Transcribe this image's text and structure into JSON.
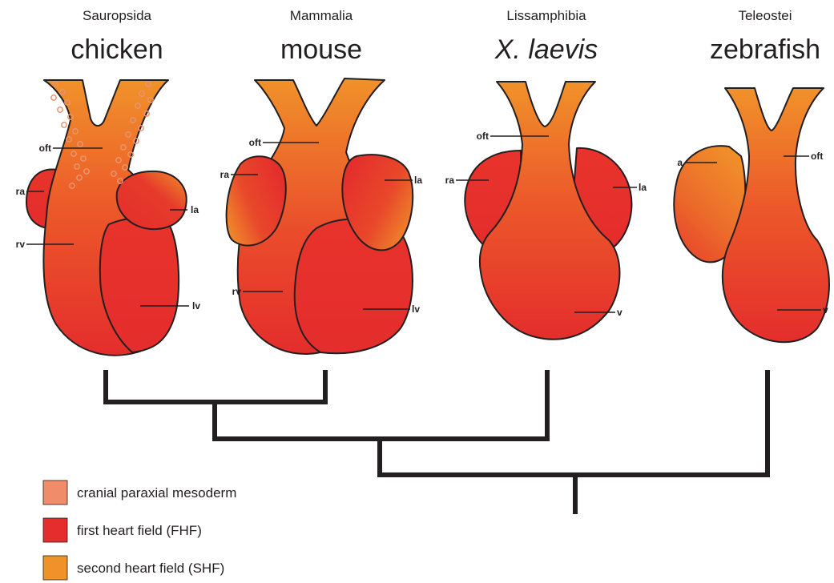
{
  "species": [
    {
      "clade": "Sauropsida",
      "name": "chicken",
      "italic": false
    },
    {
      "clade": "Mammalia",
      "name": "mouse",
      "italic": false
    },
    {
      "clade": "Lissamphibia",
      "name": "X. laevis",
      "italic": true
    },
    {
      "clade": "Teleostei",
      "name": "zebrafish",
      "italic": false
    }
  ],
  "labels": {
    "chicken": {
      "oft": "oft",
      "ra": "ra",
      "la": "la",
      "rv": "rv",
      "lv": "lv"
    },
    "mouse": {
      "oft": "oft",
      "ra": "ra",
      "la": "la",
      "rv": "rv",
      "lv": "lv"
    },
    "xlaevis": {
      "oft": "oft",
      "ra": "ra",
      "la": "la",
      "v": "v"
    },
    "zebrafish": {
      "a": "a",
      "oft": "oft",
      "v": "v"
    }
  },
  "legend": [
    {
      "label": "cranial paraxial mesoderm",
      "color": "#f08c68"
    },
    {
      "label": "first heart field (FHF)",
      "color": "#e42d2c"
    },
    {
      "label": "second heart field (SHF)",
      "color": "#f0922a"
    }
  ],
  "colors": {
    "shf_orange": "#f0922a",
    "fhf_red": "#e42d2c",
    "cpm_dots": "#e8956f",
    "outline": "#231f20"
  }
}
